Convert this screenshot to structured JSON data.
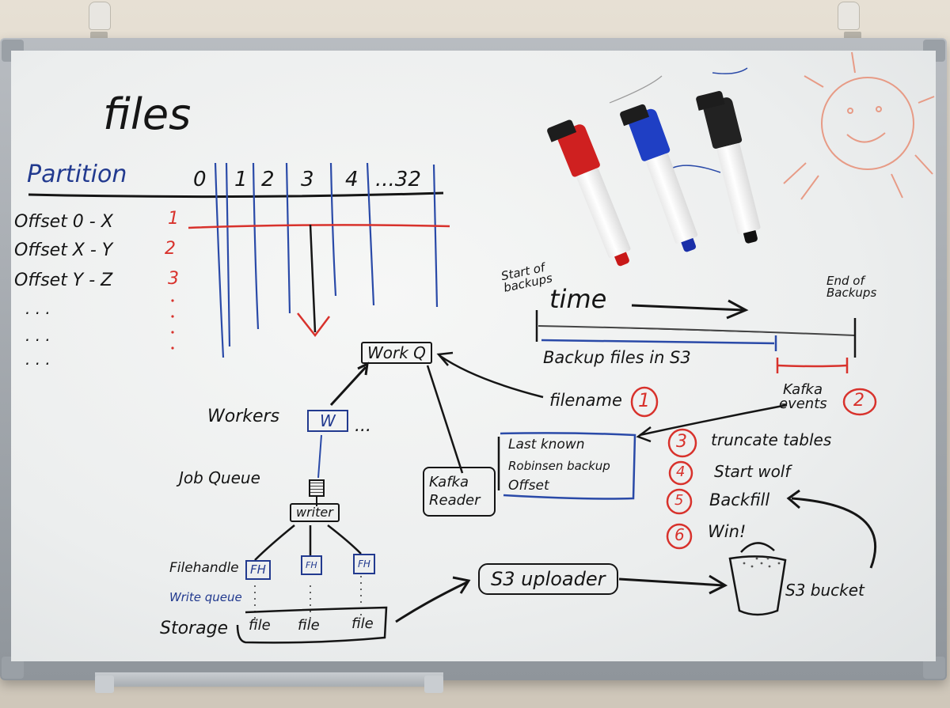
{
  "title": "files",
  "table": {
    "header_label": "Partition",
    "partitions": [
      "0",
      "1",
      "2",
      "3",
      "4",
      "...32"
    ],
    "rows": [
      {
        "label": "Offset 0 - X",
        "index": "1"
      },
      {
        "label": "Offset X - Y",
        "index": "2"
      },
      {
        "label": "Offset Y - Z",
        "index": "3"
      }
    ],
    "ellipsis": ". . ."
  },
  "timeline": {
    "start_label": "Start of backups",
    "time_label": "time",
    "end_label": "End of Backups",
    "s3_label": "Backup files in S3"
  },
  "diagram": {
    "work_queue": "Work Q",
    "workers_label": "Workers",
    "worker_box": "W",
    "worker_more": "...",
    "job_queue_label": "Job Queue",
    "writer": "writer",
    "filehandle_label": "Filehandle",
    "fh_boxes": [
      "FH",
      "FH",
      "FH"
    ],
    "write_queue_label": "Write queue",
    "storage_label": "Storage",
    "files": [
      "file",
      "file",
      "file"
    ],
    "kafka_reader": "Kafka Reader",
    "last_known_offset": [
      "Last known",
      "Robinsen backup",
      "Offset"
    ],
    "filename_label": "filename",
    "kafka_events_label": "Kafka events",
    "s3_uploader": "S3 uploader",
    "s3_bucket": "S3 bucket"
  },
  "steps": [
    {
      "num": "1",
      "text": ""
    },
    {
      "num": "2",
      "text": ""
    },
    {
      "num": "3",
      "text": "truncate tables"
    },
    {
      "num": "4",
      "text": "Start wolf"
    },
    {
      "num": "5",
      "text": "Backfill"
    },
    {
      "num": "6",
      "text": "Win!"
    }
  ],
  "colors": {
    "ink_black": "#151515",
    "ink_blue": "#223a8f",
    "ink_red": "#d8322c",
    "board": "#eef0f0",
    "frame": "#9aa0a6"
  },
  "markers": [
    "red-marker",
    "blue-marker",
    "black-marker"
  ]
}
